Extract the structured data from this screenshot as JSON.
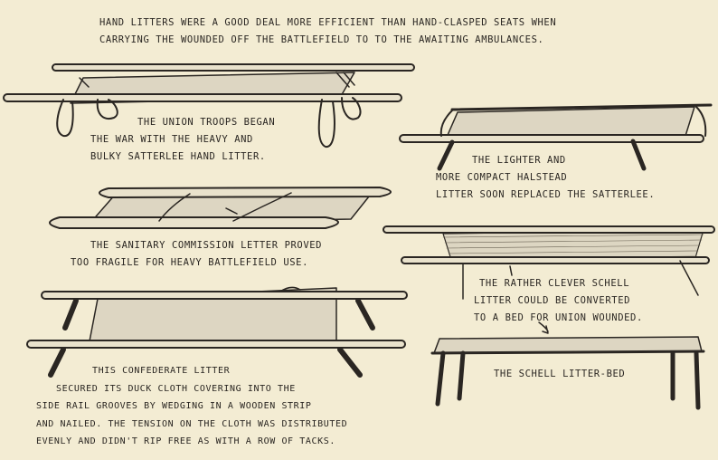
{
  "header": {
    "lines": [
      "HAND LITTERS WERE A GOOD DEAL MORE EFFICIENT THAN HAND-CLASPED SEATS WHEN",
      "CARRYING THE WOUNDED OFF THE BATTLEFIELD TO TO THE AWAITING AMBULANCES."
    ]
  },
  "captions": {
    "satterlee": [
      "THE UNION TROOPS BEGAN",
      "THE WAR WITH THE HEAVY AND",
      "BULKY SATTERLEE HAND LITTER."
    ],
    "halstead": [
      "THE LIGHTER AND",
      "MORE COMPACT HALSTEAD",
      "LITTER SOON REPLACED THE SATTERLEE."
    ],
    "sanitary": [
      "THE SANITARY COMMISSION LETTER PROVED",
      "TOO FRAGILE FOR HEAVY BATTLEFIELD USE."
    ],
    "schell": [
      "THE RATHER CLEVER SCHELL",
      "LITTER COULD BE CONVERTED",
      "TO A BED FOR UNION WOUNDED."
    ],
    "schell_bed": [
      "THE SCHELL LITTER-BED"
    ],
    "confederate": [
      "THIS CONFEDERATE LITTER",
      "SECURED ITS DUCK CLOTH COVERING INTO THE",
      "SIDE RAIL GROOVES BY WEDGING IN A WOODEN STRIP",
      "AND NAILED. THE TENSION ON THE CLOTH WAS DISTRIBUTED",
      "EVENLY AND DIDN'T RIP FREE AS WITH A ROW OF TACKS."
    ]
  },
  "colors": {
    "paper": "#f3ecd3",
    "ink": "#2a2622",
    "canvas": "#ddd6c2"
  }
}
